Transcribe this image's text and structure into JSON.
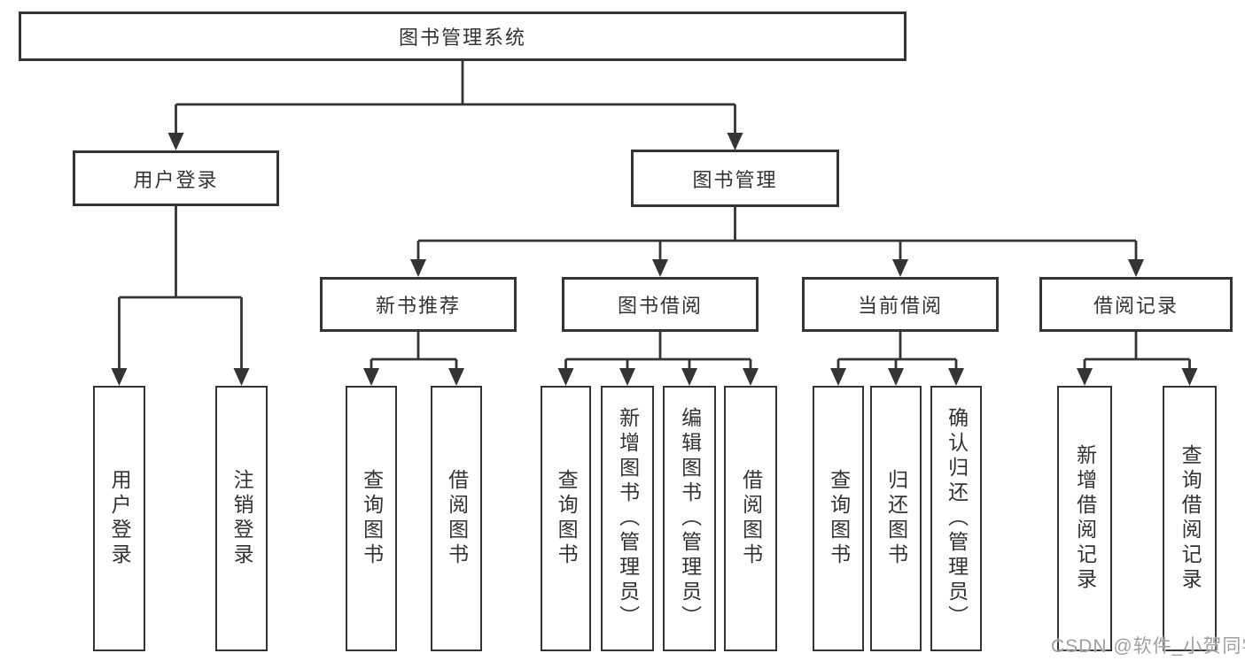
{
  "tree": {
    "root": {
      "label": "图书管理系统",
      "children": [
        {
          "label": "用户登录",
          "children": [
            {
              "label": "用户登录"
            },
            {
              "label": "注销登录"
            }
          ]
        },
        {
          "label": "图书管理",
          "children": [
            {
              "label": "新书推荐",
              "children": [
                {
                  "label": "查询图书"
                },
                {
                  "label": "借阅图书"
                }
              ]
            },
            {
              "label": "图书借阅",
              "children": [
                {
                  "label": "查询图书"
                },
                {
                  "label": "新增图书（管理员）"
                },
                {
                  "label": "编辑图书（管理员）"
                },
                {
                  "label": "借阅图书"
                }
              ]
            },
            {
              "label": "当前借阅",
              "children": [
                {
                  "label": "查询图书"
                },
                {
                  "label": "归还图书"
                },
                {
                  "label": "确认归还（管理员）"
                }
              ]
            },
            {
              "label": "借阅记录",
              "children": [
                {
                  "label": "新增借阅记录"
                },
                {
                  "label": "查询借阅记录"
                }
              ]
            }
          ]
        }
      ]
    }
  },
  "watermark": "CSDN @软件_小贺同学",
  "colors": {
    "line": "#343434",
    "box_border": "#343434",
    "text": "#333333",
    "watermark": "#9da0a3",
    "background": "#ffffff"
  }
}
